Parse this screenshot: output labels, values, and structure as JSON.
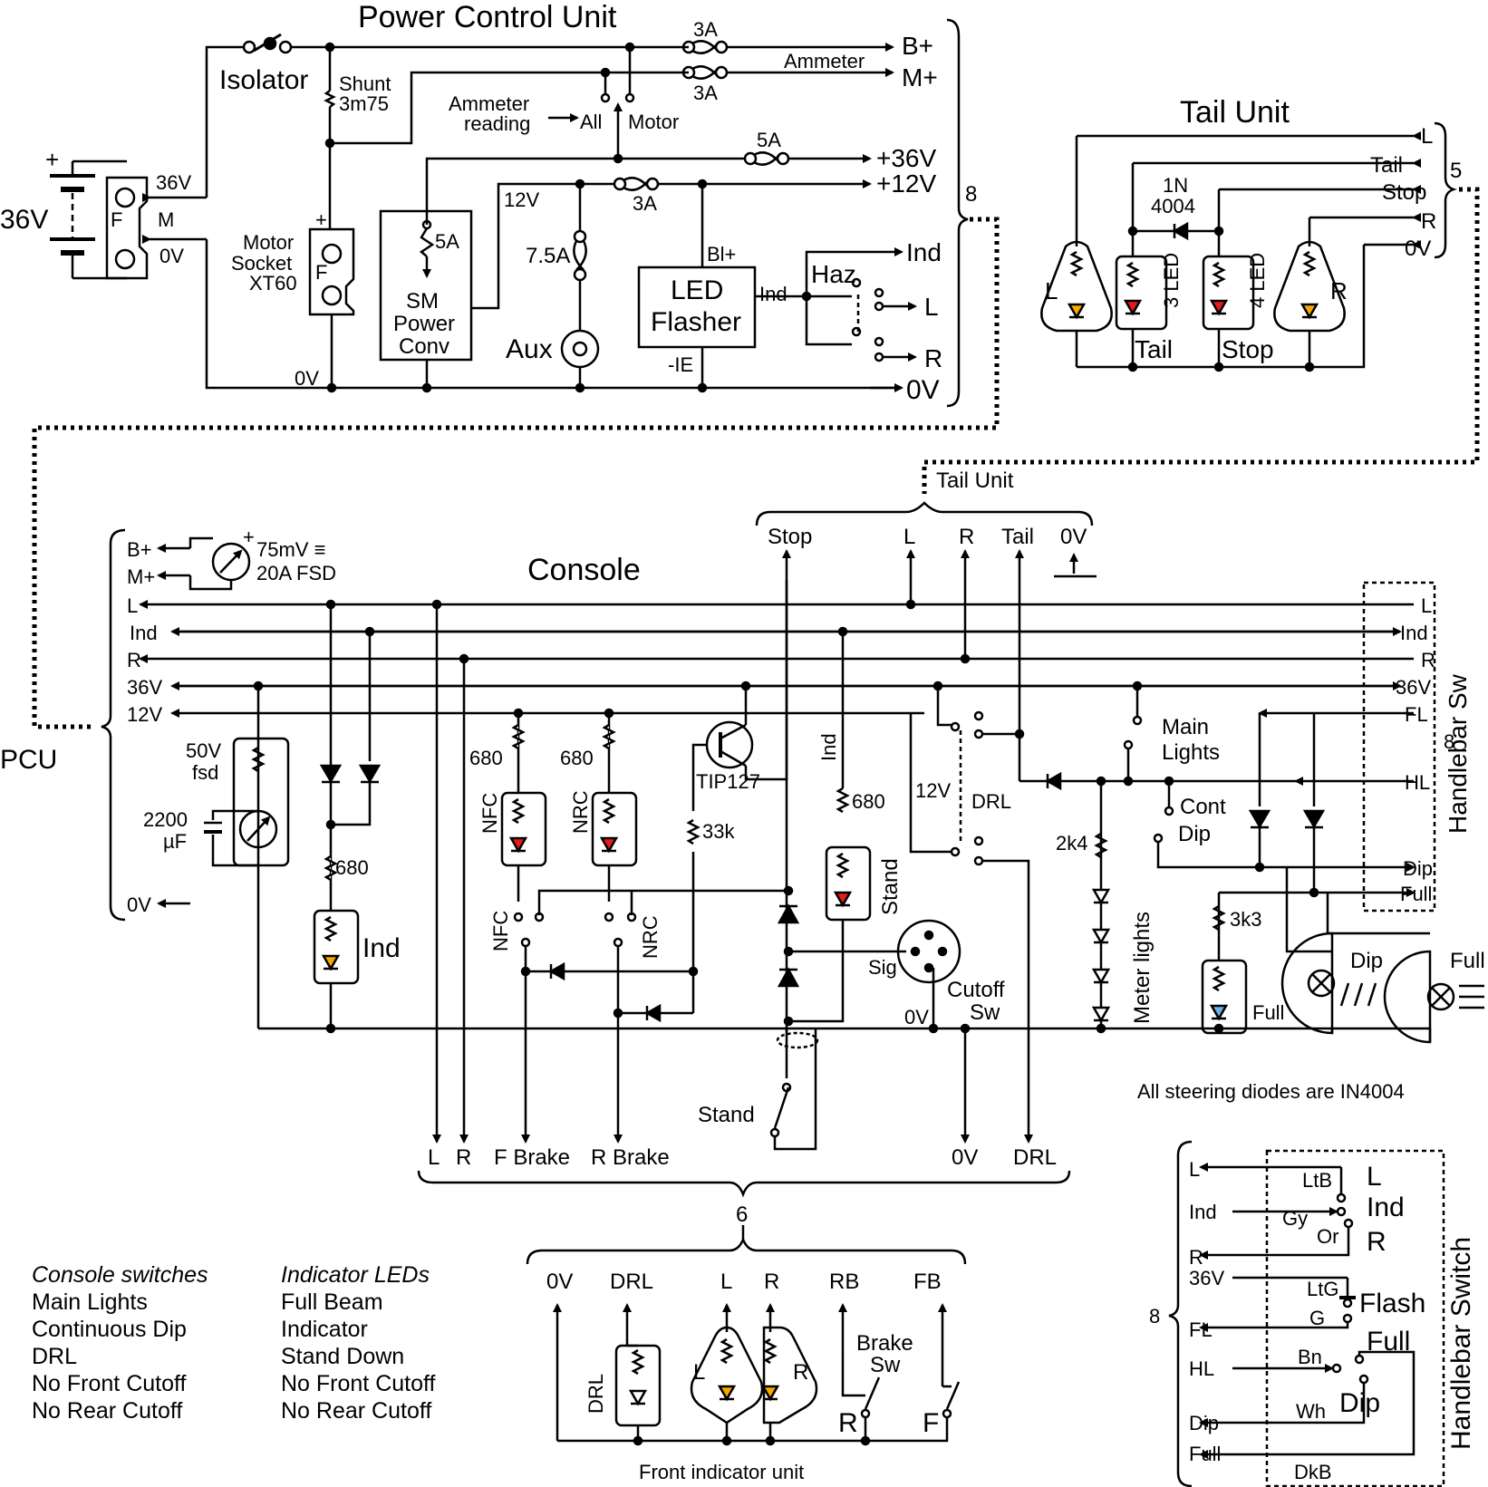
{
  "colors": {
    "wire": "#000000",
    "led_yellow": "#f5a800",
    "led_red": "#e81a1a",
    "led_blue": "#6ab4e6"
  },
  "pcu": {
    "title": "Power Control Unit",
    "isolator": "Isolator",
    "shunt_1": "Shunt",
    "shunt_2": "3m75",
    "fuse_3a_b": "3A",
    "fuse_3a_m": "3A",
    "fuse_5a": "5A",
    "fuse_3a_12": "3A",
    "fuse_7a5": "7.5A",
    "fuse_5a_conv": "5A",
    "ammeter": "Ammeter",
    "ammeter_reading_1": "Ammeter",
    "ammeter_reading_2": "reading",
    "sw_all": "All",
    "sw_motor": "Motor",
    "out_b": "B+",
    "out_m": "M+",
    "out_36": "+36V",
    "out_12": "+12V",
    "out_ind": "Ind",
    "out_l": "L",
    "out_r": "R",
    "out_0v": "0V",
    "batt_label": "36V",
    "batt_36v": "36V",
    "batt_m": "M",
    "batt_0v": "0V",
    "batt_f": "F",
    "motor_1": "Motor",
    "motor_2": "Socket",
    "motor_3": "XT60",
    "motor_f": "F",
    "conv_1": "SM",
    "conv_2": "Power",
    "conv_3": "Conv",
    "v12": "12V",
    "aux": "Aux",
    "flasher_1": "LED",
    "flasher_2": "Flasher",
    "bl": "Bl+",
    "ie": "-IE",
    "ind": "Ind",
    "haz": "Haz",
    "ov_bottom": "0V",
    "conn_count": "8"
  },
  "tail": {
    "title": "Tail Unit",
    "in_l": "L",
    "in_tail": "Tail",
    "in_stop": "Stop",
    "in_r": "R",
    "in_0v": "0V",
    "conn_count": "5",
    "diode_1": "1N",
    "diode_2": "4004",
    "led_3": "3 LED",
    "led_4": "4 LED",
    "lbl_tail": "Tail",
    "lbl_stop": "Stop",
    "lbl_l": "L",
    "lbl_r": "R"
  },
  "console": {
    "title": "Console",
    "pcu": "PCU",
    "tail_unit": "Tail Unit",
    "tail_stop": "Stop",
    "tail_l": "L",
    "tail_r": "R",
    "tail_tail": "Tail",
    "tail_0v": "0V",
    "bus_b": "B+",
    "bus_m": "M+",
    "meter_1": "75mV ≡",
    "meter_2": "20A FSD",
    "bus_l": "L",
    "bus_ind": "Ind",
    "bus_r": "R",
    "bus_36v": "36V",
    "bus_12v": "12V",
    "bus_0v": "0V",
    "vm_1": "50V",
    "vm_2": "fsd",
    "cap_1": "2200",
    "cap_2": "µF",
    "r680_ind": "680",
    "ind_led": "Ind",
    "r680_nfc": "680",
    "r680_nrc": "680",
    "nfc": "NFC",
    "nrc": "NRC",
    "nfc_sw": "NFC",
    "nrc_sw": "NRC",
    "transistor": "TIP127",
    "r33k": "33k",
    "ind_rot": "Ind",
    "r680_stand": "680",
    "stand_led": "Stand",
    "sig": "Sig",
    "cutoff_1": "Cutoff",
    "cutoff_2": "Sw",
    "ov_cutoff": "0V",
    "v12_label": "12V",
    "drl": "DRL",
    "main_1": "Main",
    "main_2": "Lights",
    "cont": "Cont",
    "dip": "Dip",
    "r2k4": "2k4",
    "meter_lights": "Meter lights",
    "r3k3": "3k3",
    "full_led": "Full",
    "lamp_dip": "Dip",
    "lamp_full": "Full",
    "hb_l": "L",
    "hb_ind": "Ind",
    "hb_r": "R",
    "hb_36v": "36V",
    "hb_fl": "FL",
    "hb_hl": "HL",
    "hb_dip": "Dip",
    "hb_full": "Full",
    "hb_label": "Handlebar Sw",
    "hb_count": "8",
    "stand_sw": "Stand",
    "out_l": "L",
    "out_r": "R",
    "out_fb": "F Brake",
    "out_rb": "R Brake",
    "out_0v": "0V",
    "out_drl": "DRL",
    "steering_note": "All steering diodes are IN4004",
    "conn_count": "6"
  },
  "front": {
    "v0": "0V",
    "drl": "DRL",
    "l": "L",
    "r": "R",
    "rb": "RB",
    "fb": "FB",
    "drl_led": "DRL",
    "led_l": "L",
    "led_r": "R",
    "brake_1": "Brake",
    "brake_2": "Sw",
    "sw_r": "R",
    "sw_f": "F",
    "title": "Front indicator unit"
  },
  "handlebar": {
    "count": "8",
    "in_l": "L",
    "in_ind": "Ind",
    "in_r": "R",
    "in_36v": "36V",
    "in_fl": "FL",
    "in_hl": "HL",
    "in_dip": "Dip",
    "in_full": "Full",
    "ltb": "LtB",
    "gy": "Gy",
    "or": "Or",
    "ltg": "LtG",
    "g": "G",
    "bn": "Bn",
    "wh": "Wh",
    "dkb": "DkB",
    "lbl_l": "L",
    "lbl_ind": "Ind",
    "lbl_r": "R",
    "flash": "Flash",
    "full": "Full",
    "dip": "Dip",
    "title": "Handlebar Switch"
  },
  "legend": {
    "switches_title": "Console switches",
    "switches": [
      "Main Lights",
      "Continuous Dip",
      "DRL",
      "No Front Cutoff",
      "No Rear Cutoff"
    ],
    "leds_title": "Indicator LEDs",
    "leds": [
      "Full Beam",
      "Indicator",
      "Stand Down",
      "No Front Cutoff",
      "No Rear Cutoff"
    ]
  }
}
